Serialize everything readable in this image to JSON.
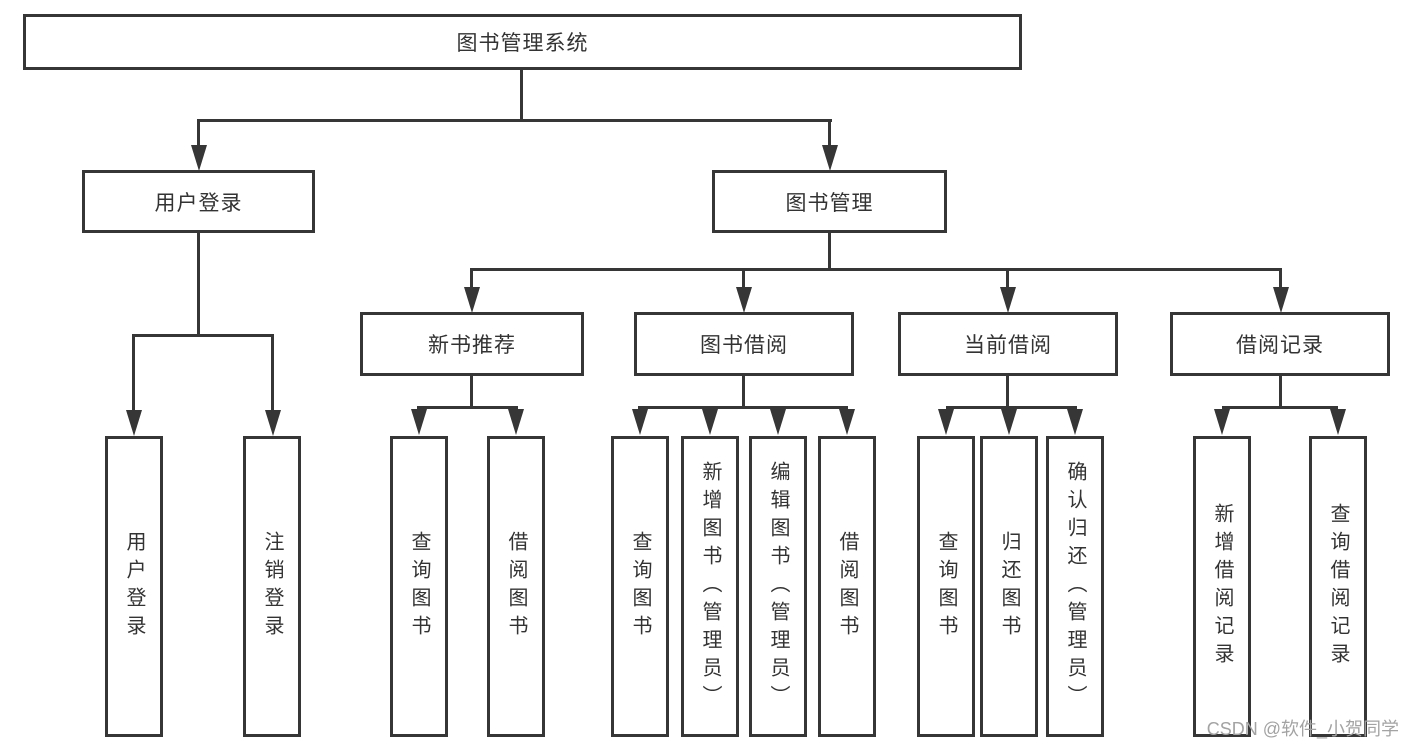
{
  "diagram": {
    "root": {
      "label": "图书管理系统"
    },
    "level2": [
      {
        "label": "用户登录"
      },
      {
        "label": "图书管理"
      }
    ],
    "level3": [
      {
        "label": "新书推荐"
      },
      {
        "label": "图书借阅"
      },
      {
        "label": "当前借阅"
      },
      {
        "label": "借阅记录"
      }
    ],
    "leaves": [
      {
        "label": "用户登录"
      },
      {
        "label": "注销登录"
      },
      {
        "label": "查询图书"
      },
      {
        "label": "借阅图书"
      },
      {
        "label": "查询图书"
      },
      {
        "label": "新增图书（管理员）"
      },
      {
        "label": "编辑图书（管理员）"
      },
      {
        "label": "借阅图书"
      },
      {
        "label": "查询图书"
      },
      {
        "label": "归还图书"
      },
      {
        "label": "确认归还（管理员）"
      },
      {
        "label": "新增借阅记录"
      },
      {
        "label": "查询借阅记录"
      }
    ]
  },
  "watermark": {
    "text": "CSDN @软件_小贺同学"
  },
  "colors": {
    "line": "#363636",
    "text": "#333333",
    "watermark": "#a3a3a3",
    "background": "#ffffff"
  }
}
